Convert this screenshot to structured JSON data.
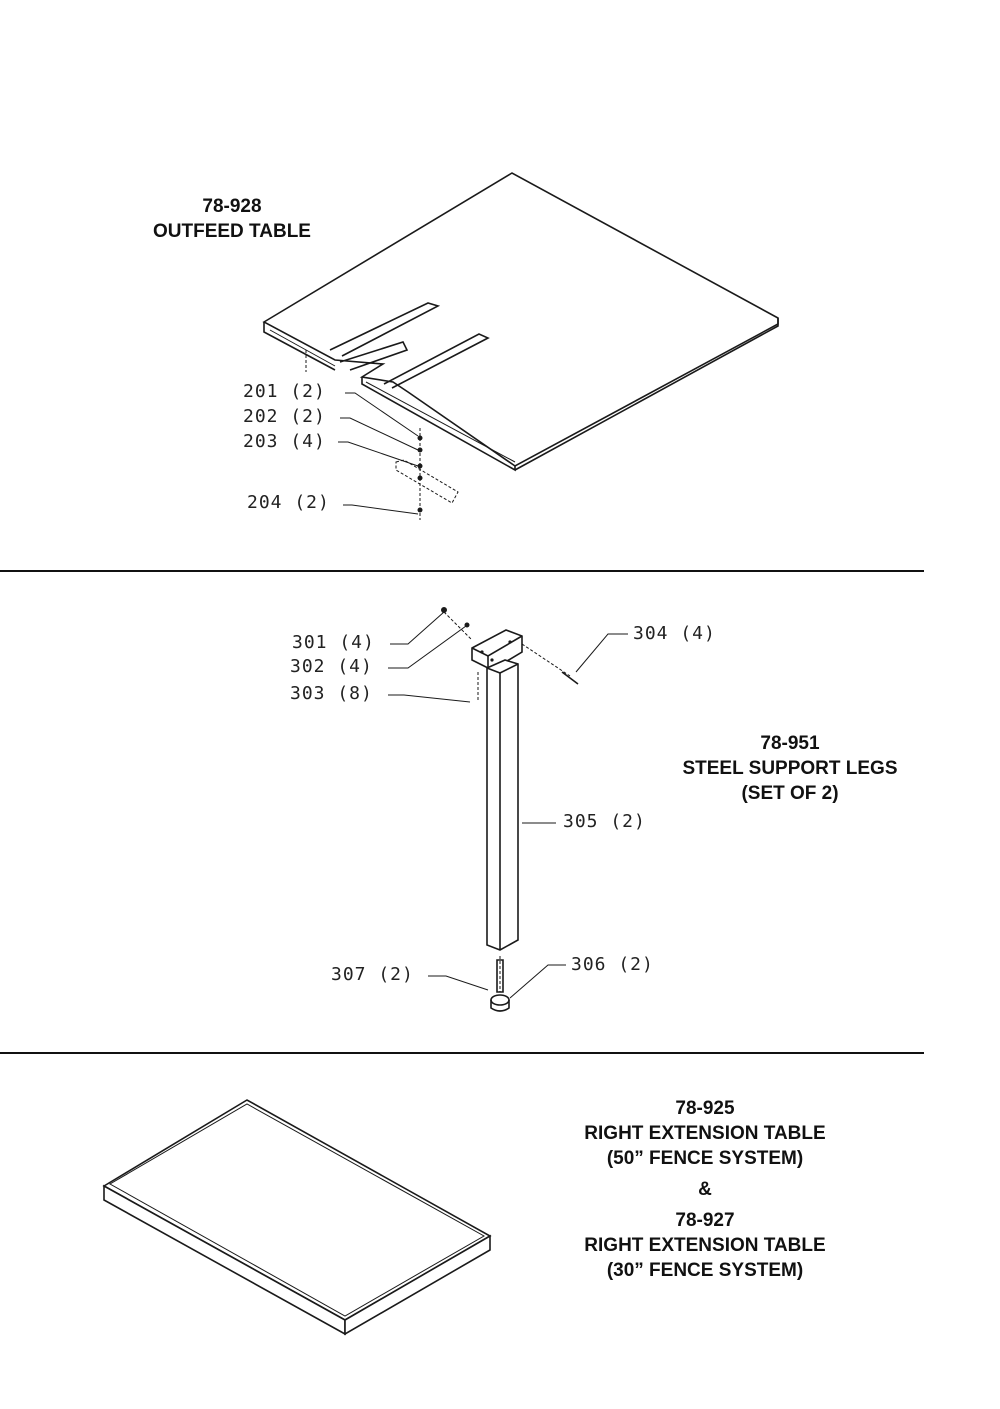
{
  "sections": {
    "outfeed": {
      "part_number": "78-928",
      "name": "OUTFEED TABLE",
      "callouts": [
        "201 (2)",
        "202 (2)",
        "203 (4)",
        "204 (2)"
      ]
    },
    "legs": {
      "part_number": "78-951",
      "name": "STEEL SUPPORT LEGS",
      "qty": "(SET OF 2)",
      "callouts": [
        "301 (4)",
        "302 (4)",
        "303 (8)",
        "304 (4)",
        "305 (2)",
        "306 (2)",
        "307 (2)"
      ]
    },
    "extension": {
      "part_a": "78-925",
      "name_a": "RIGHT EXTENSION TABLE",
      "fence_a": "(50” FENCE SYSTEM)",
      "joiner": "&",
      "part_b": "78-927",
      "name_b": "RIGHT EXTENSION TABLE",
      "fence_b": "(30” FENCE SYSTEM)"
    }
  }
}
